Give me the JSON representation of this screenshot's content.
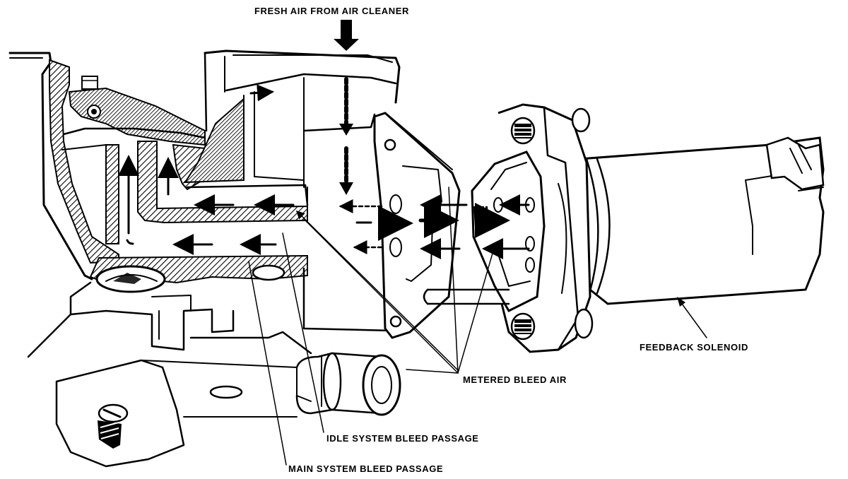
{
  "labels": {
    "fresh_air": "FRESH AIR FROM AIR CLEANER",
    "feedback_solenoid": "FEEDBACK SOLENOID",
    "metered_bleed_air": "METERED BLEED AIR",
    "idle_system_bleed": "IDLE SYSTEM BLEED PASSAGE",
    "main_system_bleed": "MAIN SYSTEM BLEED PASSAGE"
  }
}
